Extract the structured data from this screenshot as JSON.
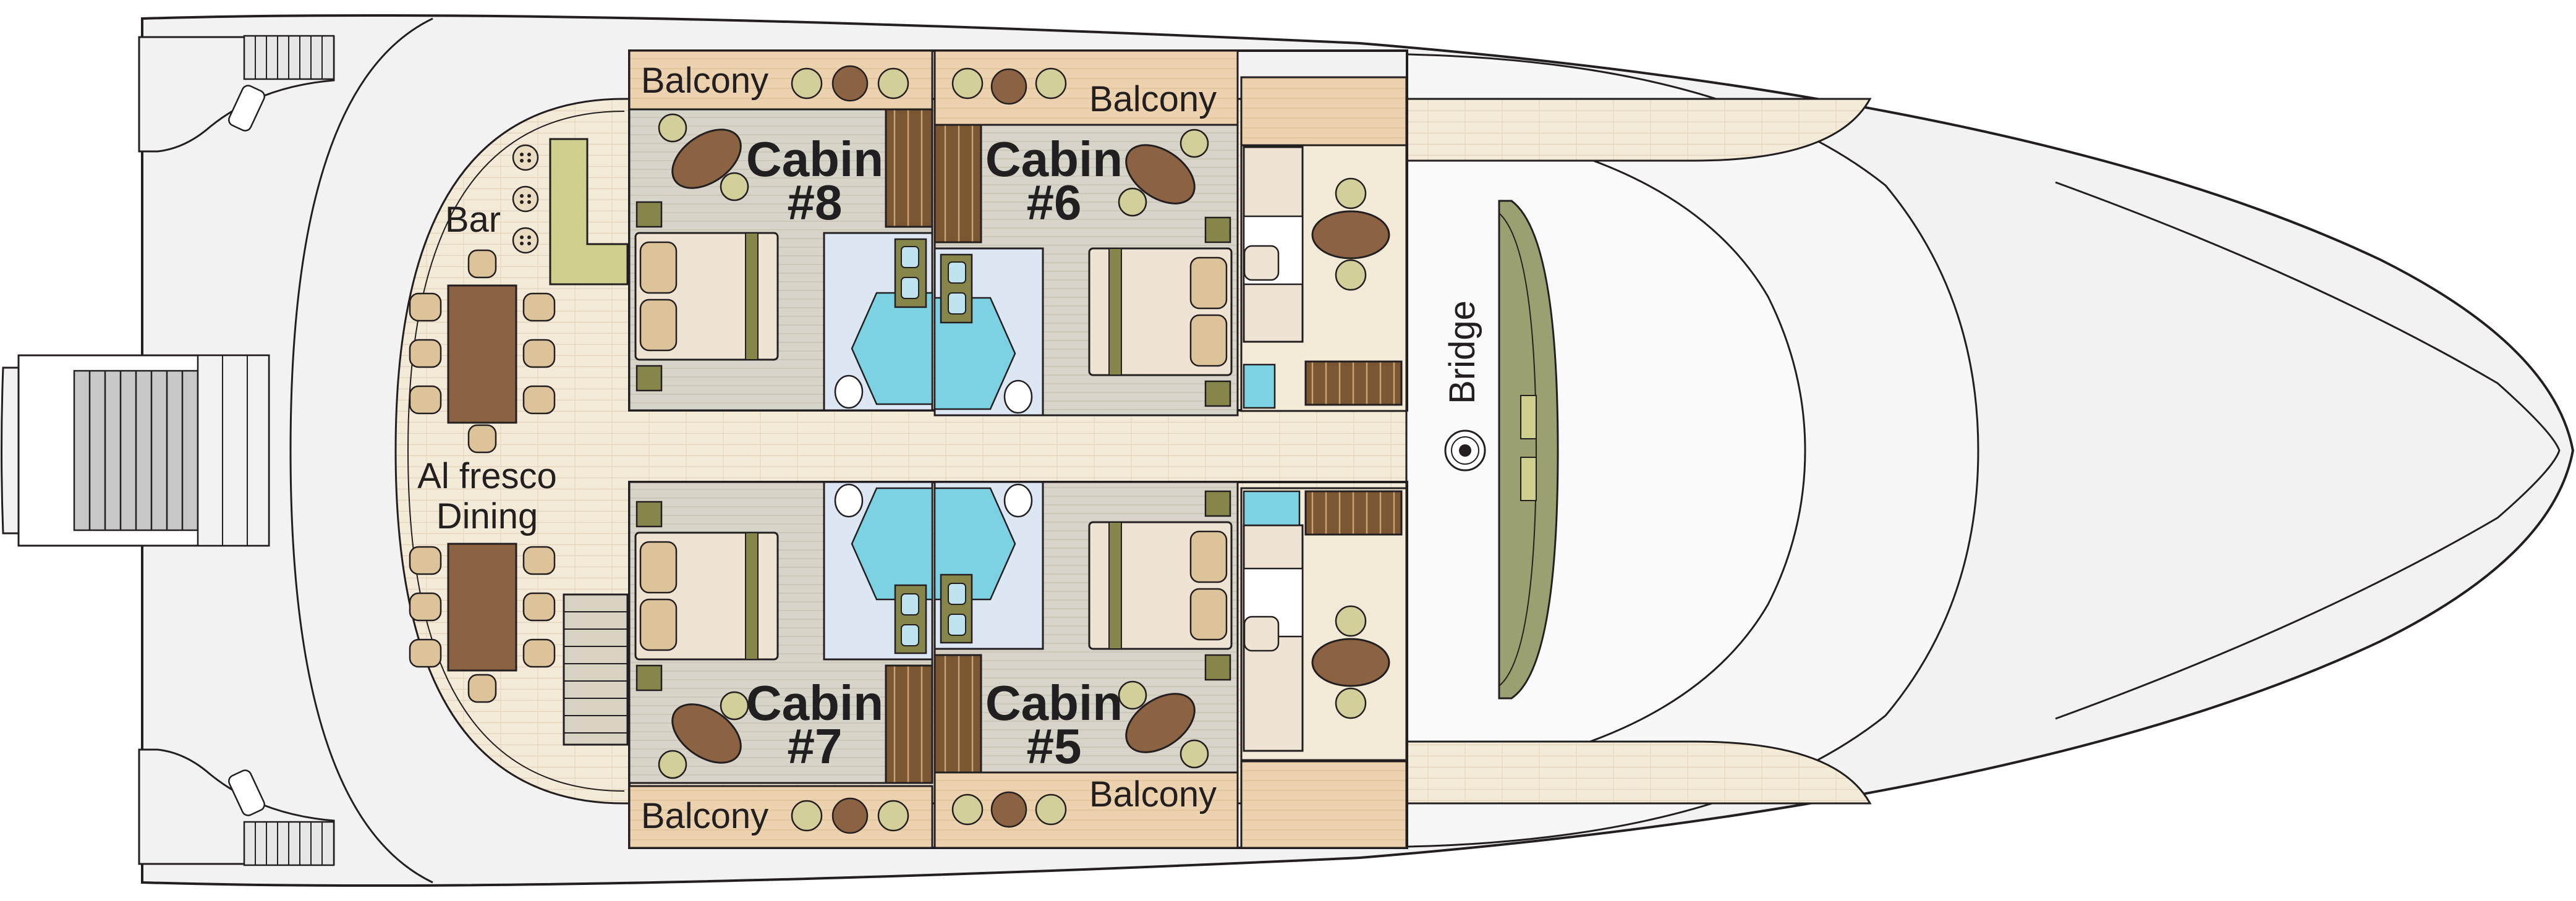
{
  "labels": {
    "balcony": "Balcony",
    "bar": "Bar",
    "dining_line1": "Al fresco",
    "dining_line2": "Dining",
    "bridge": "Bridge"
  },
  "cabins": [
    {
      "word": "Cabin",
      "number": "#8"
    },
    {
      "word": "Cabin",
      "number": "#6"
    },
    {
      "word": "Cabin",
      "number": "#7"
    },
    {
      "word": "Cabin",
      "number": "#5"
    }
  ],
  "colors": {
    "hull": "#f2f2f2",
    "outline": "#231f20",
    "deck_wood": "#f4ead8",
    "balcony": "#ecd2ae",
    "cabin_floor": "#d9d4c9",
    "bed_linen": "#efe4d3",
    "pillow": "#dcc39a",
    "bed_stripe": "#86864a",
    "bathroom": "#dde7f3",
    "shower": "#7cd1e2",
    "wardrobe": "#7a5633",
    "table_wood": "#8b6242",
    "chair": "#d3cf9a",
    "bar_counter": "#cfcf8e",
    "bridge_console": "#9aa070"
  }
}
